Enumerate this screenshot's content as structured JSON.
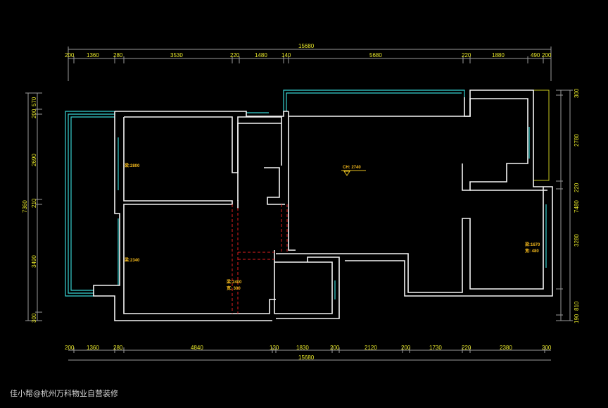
{
  "dimensions": {
    "top_total": "15680",
    "top": [
      "200",
      "1360",
      "280",
      "3530",
      "220",
      "1480",
      "140",
      "5680",
      "220",
      "1880",
      "490",
      "200"
    ],
    "bottom_total": "15680",
    "bottom": [
      "200",
      "1360",
      "280",
      "4840",
      "120",
      "1830",
      "200",
      "2120",
      "200",
      "1730",
      "220",
      "2380",
      "200"
    ],
    "left_total": "7360",
    "left": [
      "570",
      "200",
      "2690",
      "210",
      "3490",
      "300"
    ],
    "right_total": "7480",
    "right": [
      "300",
      "2780",
      "220",
      "3280",
      "810",
      "190"
    ]
  },
  "room_labels": {
    "bedroom_top": "梁:2800",
    "bedroom_bottom": "梁:2340",
    "living": "CH: 2740",
    "right_room_1": "梁:1670",
    "right_room_2": "宽: 480",
    "beam_1": "梁:2400",
    "beam_2": "宽: 300"
  },
  "watermark": "佳小帮@杭州万科物业自营装修"
}
